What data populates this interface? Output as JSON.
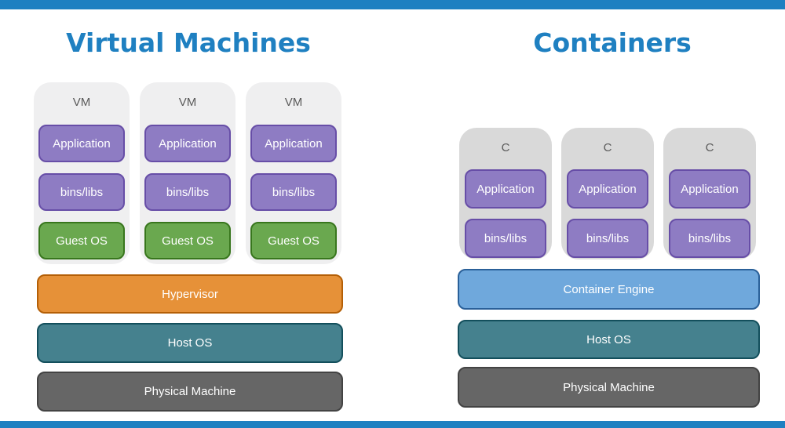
{
  "vm": {
    "title": "Virtual Machines",
    "columns": [
      {
        "label": "VM",
        "boxes": [
          "Application",
          "bins/libs",
          "Guest OS"
        ]
      },
      {
        "label": "VM",
        "boxes": [
          "Application",
          "bins/libs",
          "Guest OS"
        ]
      },
      {
        "label": "VM",
        "boxes": [
          "Application",
          "bins/libs",
          "Guest OS"
        ]
      }
    ],
    "layers": [
      "Hypervisor",
      "Host OS",
      "Physical Machine"
    ]
  },
  "ct": {
    "title": "Containers",
    "columns": [
      {
        "label": "C",
        "boxes": [
          "Application",
          "bins/libs"
        ]
      },
      {
        "label": "C",
        "boxes": [
          "Application",
          "bins/libs"
        ]
      },
      {
        "label": "C",
        "boxes": [
          "Application",
          "bins/libs"
        ]
      }
    ],
    "layers": [
      "Container Engine",
      "Host OS",
      "Physical Machine"
    ]
  },
  "colors": {
    "accent_blue": "#1E80C1",
    "title_blue": "#1F80C1",
    "purple_fill": "#8E7CC3",
    "purple_border": "#674EA7",
    "green_fill": "#6AA84F",
    "green_border": "#38761D",
    "orange_fill": "#E69138",
    "orange_border": "#B45F06",
    "teal_fill": "#45818E",
    "teal_border": "#134F5C",
    "dark_gray_fill": "#666666",
    "dark_gray_border": "#434343",
    "light_blue_fill": "#6FA8DC",
    "light_blue_border": "#2A6099",
    "vm_column_bg": "#EFEFF0",
    "container_column_bg": "#D9D9D9",
    "column_label_text": "#595959",
    "box_text": "#FFFFFF"
  }
}
